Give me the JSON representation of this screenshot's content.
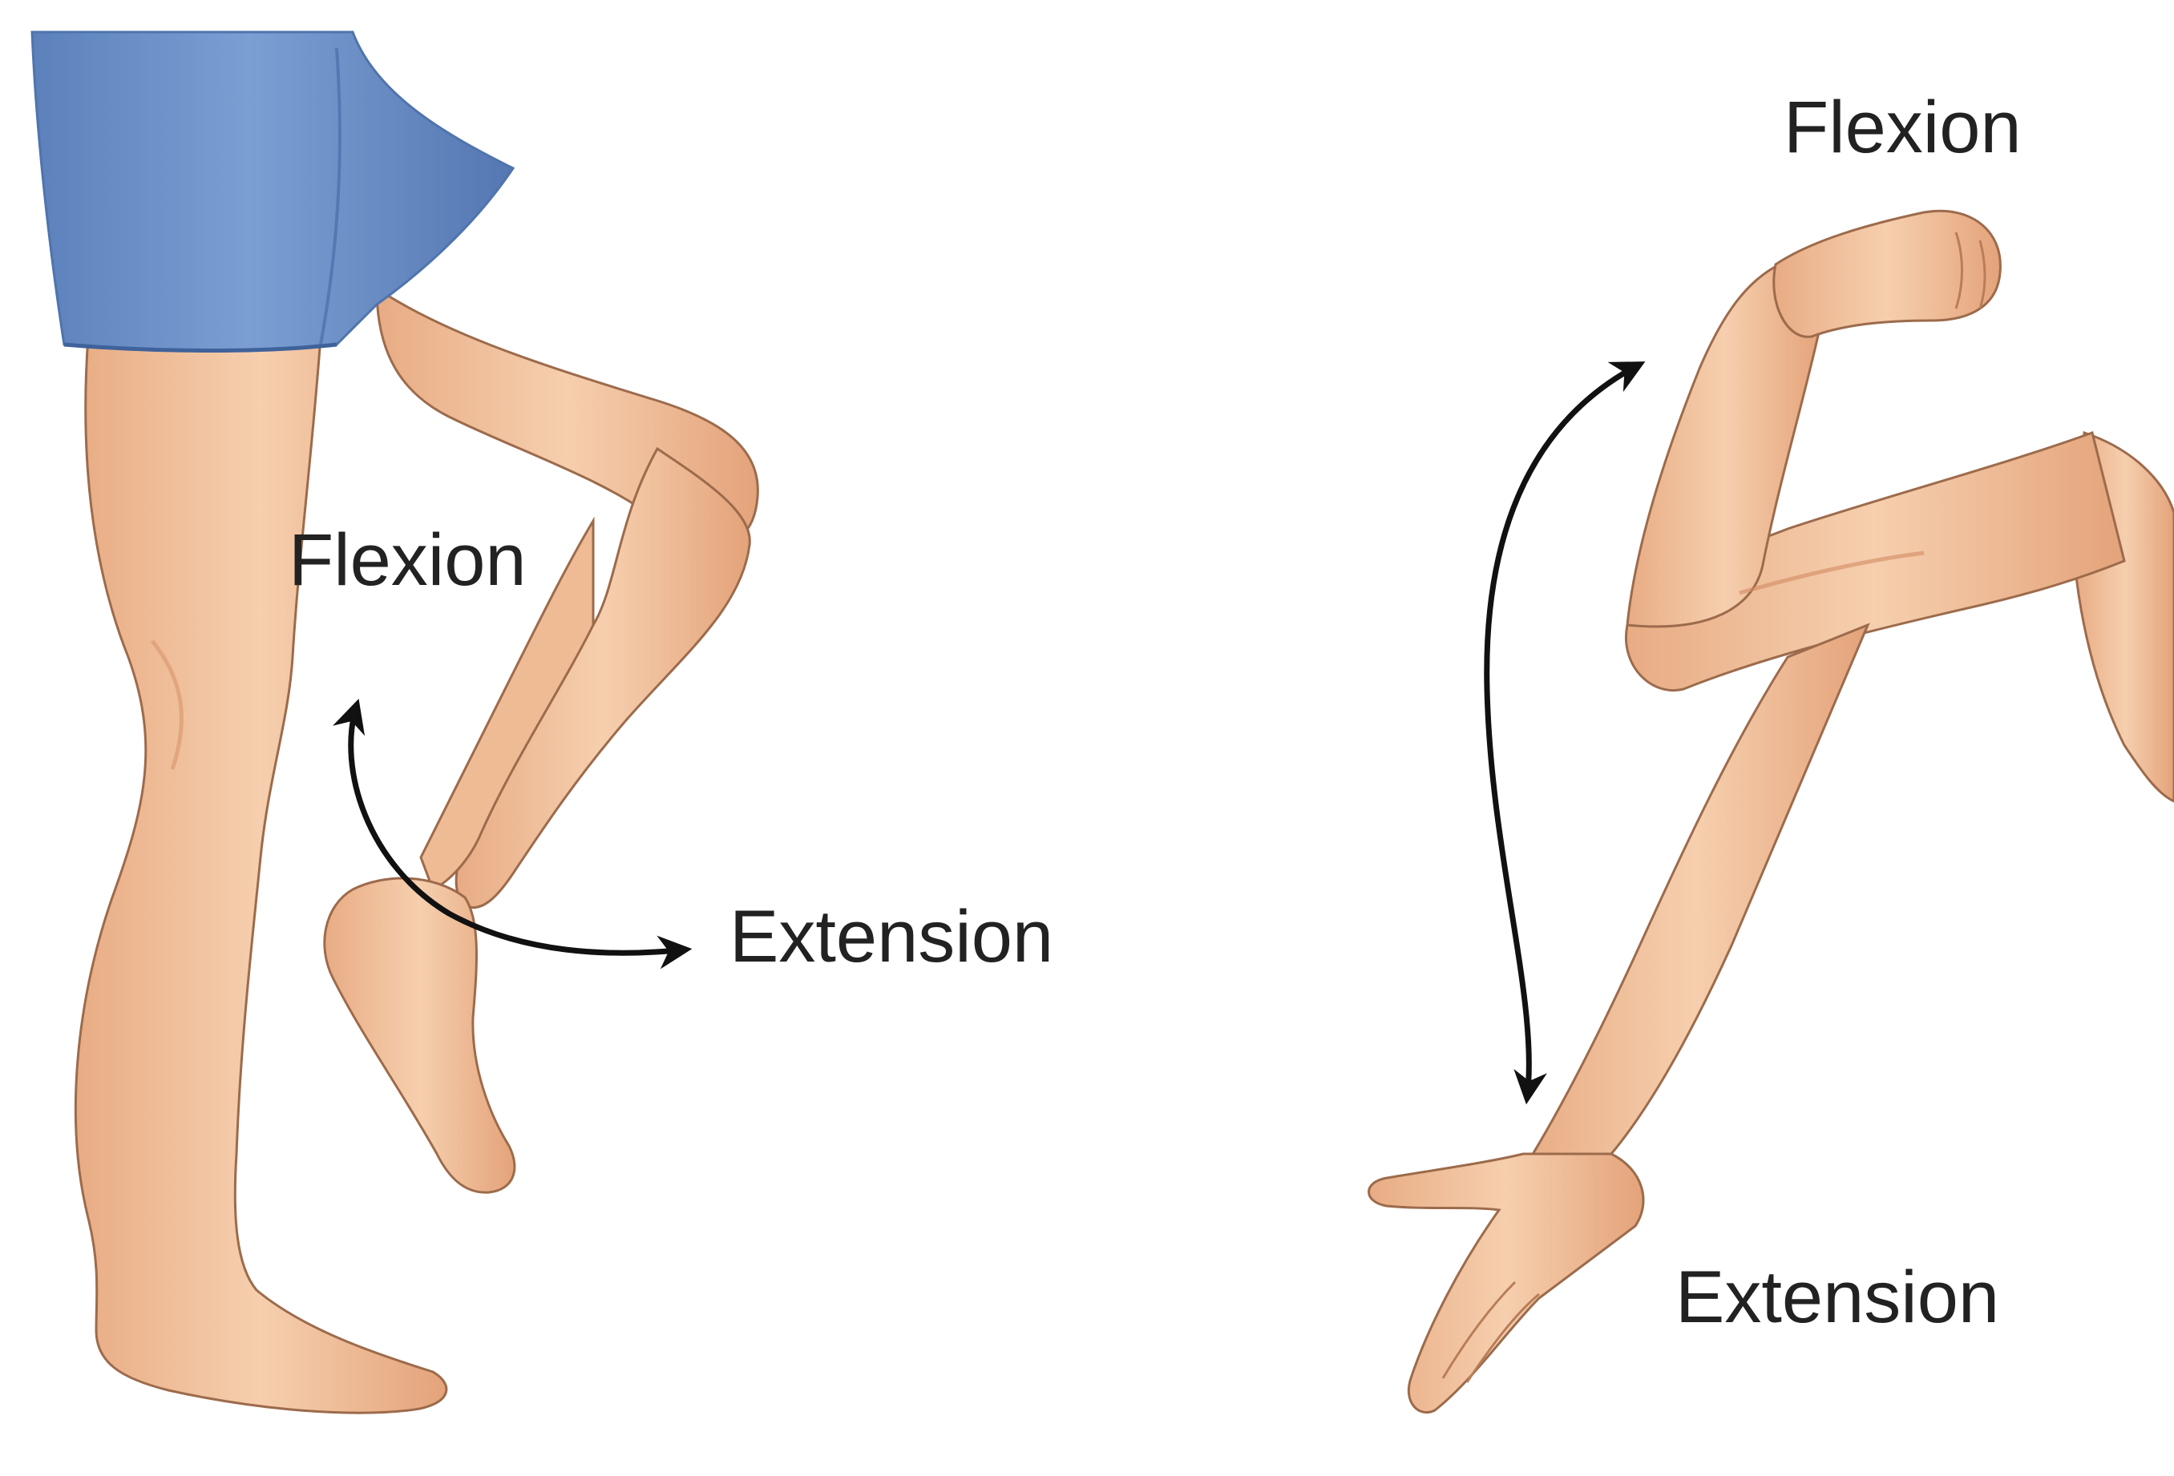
{
  "labels": {
    "leg_flexion": "Flexion",
    "leg_extension": "Extension",
    "arm_flexion": "Flexion",
    "arm_extension": "Extension"
  },
  "colors": {
    "background": "#ffffff",
    "skin": "#f2c29d",
    "skin_shadow": "#d99a72",
    "shorts": "#6d92c8",
    "shorts_shadow": "#4f74ad",
    "outline": "#9c6b4c",
    "arrow": "#111111",
    "text": "#222222"
  },
  "icons": {
    "leg_arrow": "double-headed-curved-arrow",
    "arm_arrow": "double-headed-curved-arrow"
  }
}
